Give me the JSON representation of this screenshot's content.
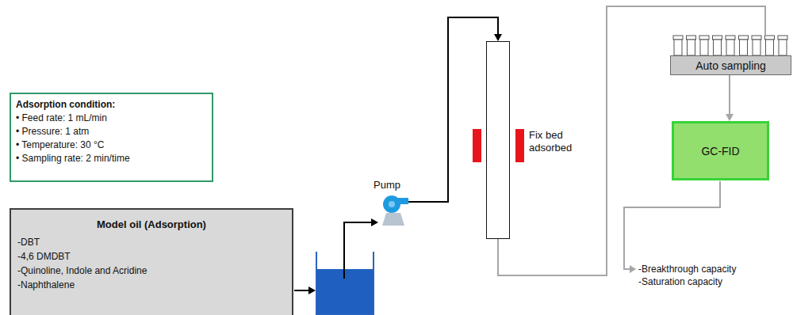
{
  "diagram": {
    "nodes": [
      {
        "text": [
          "Adsorption condition:",
          "• Feed rate: 1 mL/min",
          "• Pressure: 1 atm",
          "• Temperature: 30 °C",
          "• Sampling rate: 2 min/time"
        ]
      },
      {
        "text": [
          "Model oil (Adsorption)",
          "-DBT",
          "-4,6 DMDBT",
          "-Quinoline, Indole and Acridine",
          "-Naphthalene"
        ]
      },
      {
        "text": [
          "Pump"
        ]
      },
      {
        "text": [
          "Fix bed adsorbed"
        ]
      },
      {
        "text": [
          "Auto sampling"
        ]
      },
      {
        "text": [
          "GC-FID"
        ]
      }
    ],
    "edges": [
      {
        "from": 2,
        "to": 3,
        "arrow": "to"
      },
      {
        "from": 3,
        "to": 4,
        "arrow": "none"
      },
      {
        "from": 4,
        "to": 5,
        "arrow": "to"
      }
    ],
    "labels": [
      "-Breakthrough capacity",
      "-Saturation capacity"
    ]
  }
}
